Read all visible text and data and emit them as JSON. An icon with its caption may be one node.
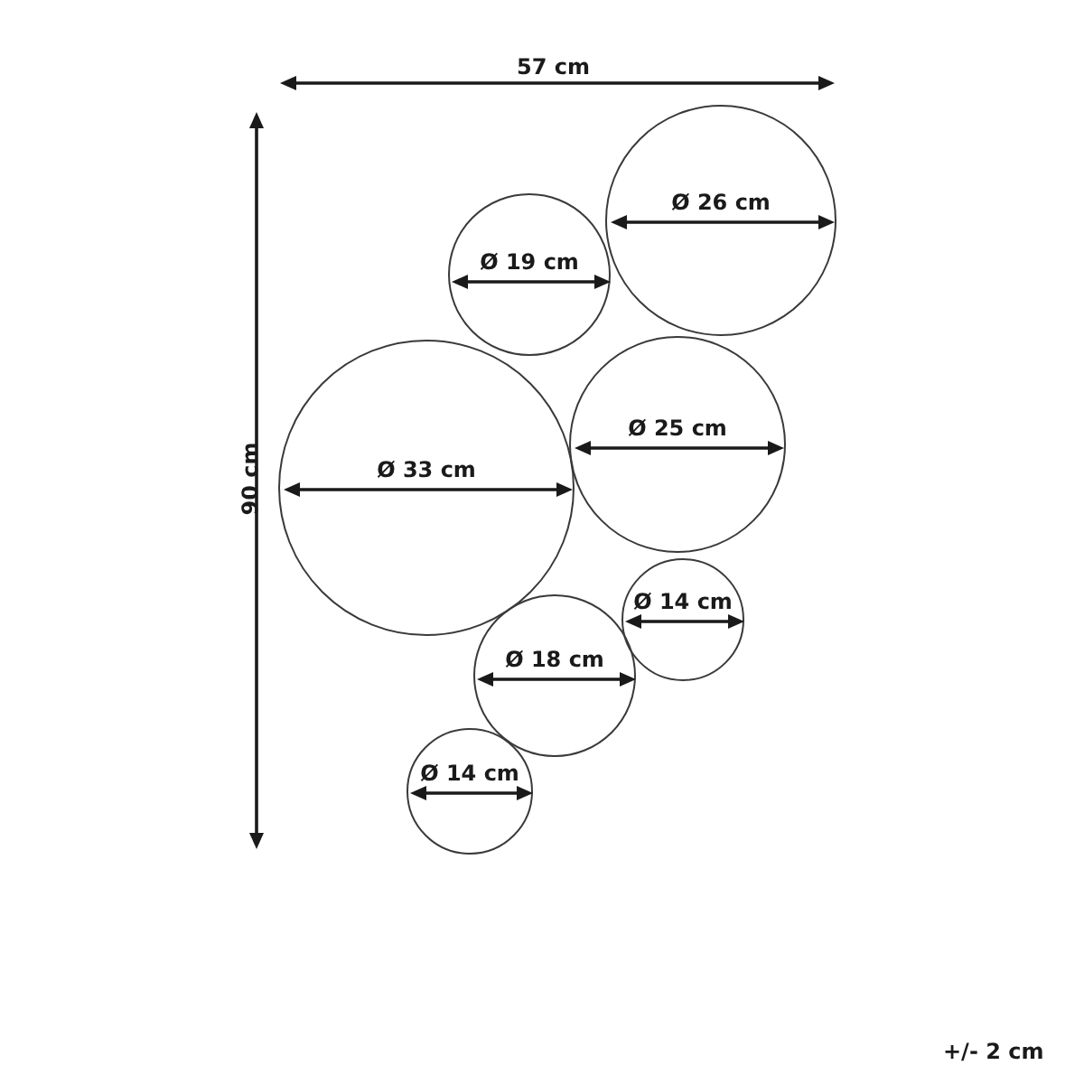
{
  "diagram": {
    "nodes": [
      {
        "text": [
          "Ø 26 cm"
        ]
      },
      {
        "text": [
          "Ø 19 cm"
        ]
      },
      {
        "text": [
          "Ø 33 cm"
        ]
      },
      {
        "text": [
          "Ø 25 cm"
        ]
      },
      {
        "text": [
          "Ø 14 cm"
        ]
      },
      {
        "text": [
          "Ø 18 cm"
        ]
      },
      {
        "text": [
          "Ø 14 cm"
        ]
      }
    ],
    "labels": [
      "57 cm",
      "90 cm",
      "+/- 2 cm"
    ]
  }
}
